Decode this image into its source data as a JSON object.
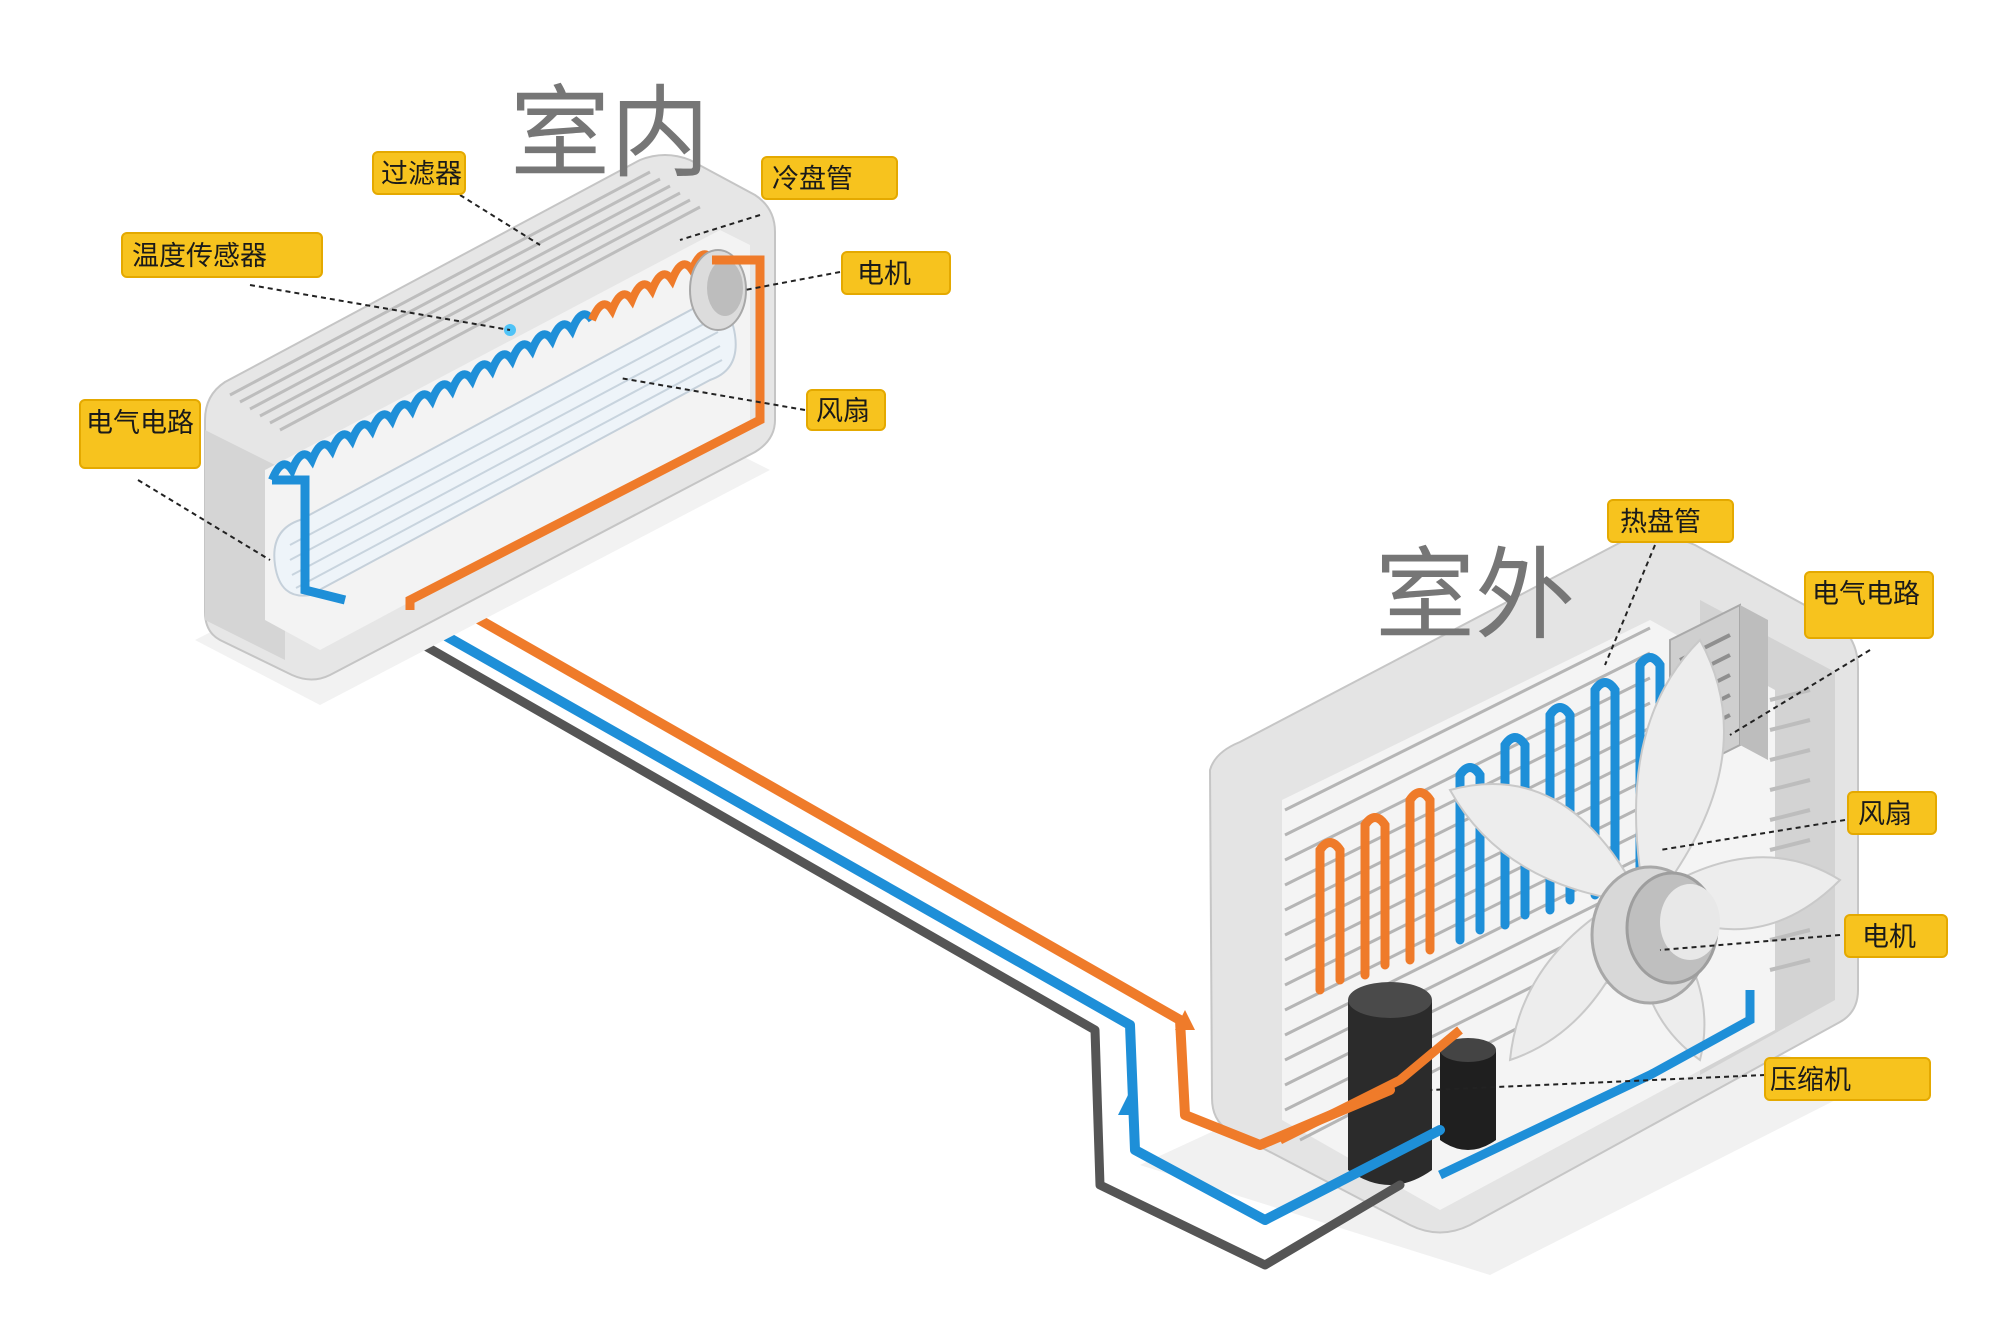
{
  "titles": {
    "indoor": "室内",
    "outdoor": "室外"
  },
  "indoor_labels": {
    "filter": "过滤器",
    "cold_coil": "冷盘管",
    "temperature_sensor": "温度传感器",
    "motor": "电机",
    "fan": "风扇",
    "electric_circuit": "电气电路"
  },
  "outdoor_labels": {
    "hot_coil": "热盘管",
    "electric_circuit": "电气电路",
    "fan": "风扇",
    "motor": "电机",
    "compressor": "压缩机"
  },
  "colors": {
    "hot_pipe": "#ef7b2a",
    "cold_pipe": "#1e8fd8",
    "power_cable": "#555555",
    "label_fill": "#f7c31e",
    "title_gray": "#767676",
    "unit_gray": "#d9d9d9"
  }
}
